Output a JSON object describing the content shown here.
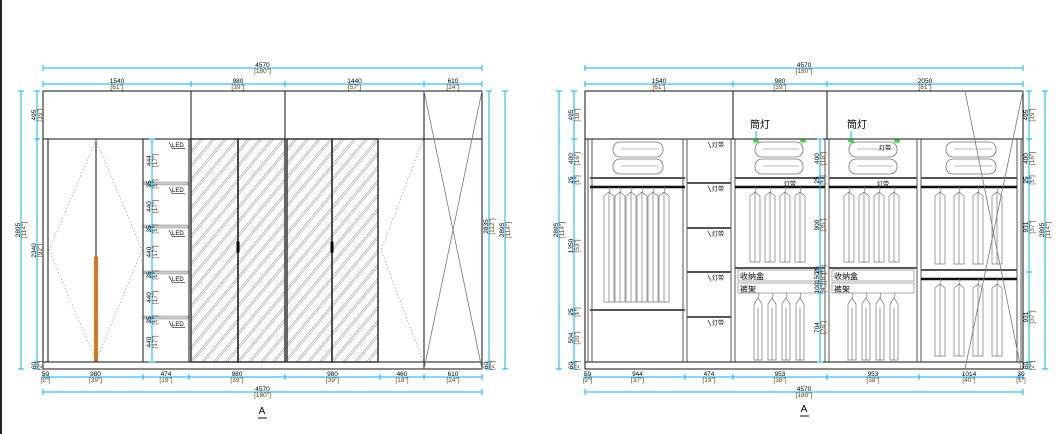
{
  "colors": {
    "dim": "#00b4ff",
    "inch": "#7a3a00",
    "line": "#111111",
    "handle": "#e07800",
    "lamp": "#2ee02e",
    "cloth": "#777777"
  },
  "left": {
    "view_label": "A",
    "top_total": {
      "mm": "4570",
      "in": "[180\"]"
    },
    "top_dims": [
      {
        "mm": "1540",
        "in": "[61\"]"
      },
      {
        "mm": "980",
        "in": "[39\"]"
      },
      {
        "mm": "1440",
        "in": "[57\"]"
      },
      {
        "mm": "610",
        "in": "[24\"]"
      }
    ],
    "bottom_dims": [
      {
        "mm": "50",
        "in": "[2\"]"
      },
      {
        "mm": "980",
        "in": "[39\"]"
      },
      {
        "mm": "474",
        "in": "[19\"]"
      },
      {
        "mm": "980",
        "in": "[39\"]"
      },
      {
        "mm": "980",
        "in": "[39\"]"
      },
      {
        "mm": "460",
        "in": "[18\"]"
      },
      {
        "mm": "610",
        "in": "[24\"]"
      }
    ],
    "bottom_total": {
      "mm": "4570",
      "in": "[180\"]"
    },
    "left_dims": [
      {
        "mm": "495",
        "in": "[19\"]"
      },
      {
        "mm": "2340",
        "in": "[92\"]"
      },
      {
        "mm": "60",
        "in": "[2\"]"
      }
    ],
    "left_total": {
      "mm": "2895",
      "in": "[114\"]"
    },
    "led_dims": [
      {
        "mm": "444",
        "in": "[17\"]"
      },
      {
        "mm": "35",
        "in": "[1\"]"
      },
      {
        "mm": "440",
        "in": "[17\"]"
      },
      {
        "mm": "35",
        "in": "[1\"]"
      },
      {
        "mm": "440",
        "in": "[17\"]"
      },
      {
        "mm": "35",
        "in": "[1\"]"
      },
      {
        "mm": "440",
        "in": "[17\"]"
      },
      {
        "mm": "35",
        "in": "[1\"]"
      },
      {
        "mm": "440",
        "in": "[17\"]"
      }
    ],
    "right_dims": [
      {
        "mm": "2835",
        "in": "[112\"]"
      },
      {
        "mm": "60",
        "in": "[2\"]"
      }
    ],
    "right_total": {
      "mm": "2895",
      "in": "[114\"]"
    },
    "led_labels": [
      "LED",
      "LED",
      "LED",
      "LED",
      "LED"
    ]
  },
  "right": {
    "view_label": "A",
    "top_total": {
      "mm": "4570",
      "in": "[180\"]"
    },
    "top_dims": [
      {
        "mm": "1540",
        "in": "[61\"]"
      },
      {
        "mm": "980",
        "in": "[39\"]"
      },
      {
        "mm": "2050",
        "in": "[81\"]"
      }
    ],
    "bottom_dims": [
      {
        "mm": "50",
        "in": "[2\"]"
      },
      {
        "mm": "944",
        "in": "[37\"]"
      },
      {
        "mm": "474",
        "in": "[19\"]"
      },
      {
        "mm": "953",
        "in": "[38\"]"
      },
      {
        "mm": "953",
        "in": "[38\"]"
      },
      {
        "mm": "1014",
        "in": "[40\"]"
      },
      {
        "mm": "30",
        "in": "[1\"]"
      }
    ],
    "bottom_total": {
      "mm": "4570",
      "in": "[180\"]"
    },
    "left_dims": [
      {
        "mm": "495",
        "in": "[19\"]"
      },
      {
        "mm": "400",
        "in": "[16\"]"
      },
      {
        "mm": "25",
        "in": "[1\"]"
      },
      {
        "mm": "1350",
        "in": "[53\"]"
      },
      {
        "mm": "25",
        "in": "[1\"]"
      },
      {
        "mm": "504",
        "in": "[20\"]"
      },
      {
        "mm": "60",
        "in": "[2\"]"
      }
    ],
    "left_total": {
      "mm": "2895",
      "in": "[114\"]"
    },
    "mid_dims": [
      {
        "mm": "400",
        "in": "[16\"]"
      },
      {
        "mm": "25",
        "in": "[1\"]"
      },
      {
        "mm": "900",
        "in": "[35\"]"
      },
      {
        "mm": "25",
        "in": "[1\"]"
      },
      {
        "mm": "150",
        "in": "[6\"]"
      },
      {
        "mm": "100",
        "in": "[4\"]"
      },
      {
        "mm": "704",
        "in": "[28\"]"
      }
    ],
    "right_dims": [
      {
        "mm": "495",
        "in": "[19\"]"
      },
      {
        "mm": "400",
        "in": "[16\"]"
      },
      {
        "mm": "25",
        "in": "[1\"]"
      },
      {
        "mm": "931",
        "in": "[37\"]"
      },
      {
        "mm": "931",
        "in": "[37\"]"
      },
      {
        "mm": "60",
        "in": "[2\"]"
      }
    ],
    "right_total": {
      "mm": "2895",
      "in": "[114\"]"
    },
    "lamp_labels": [
      "筒灯",
      "筒灯"
    ],
    "strip_labels": [
      "灯带",
      "灯带",
      "灯带",
      "灯带",
      "灯带",
      "灯带",
      "灯带"
    ],
    "box_labels": [
      "收纳盒",
      "收纳盒"
    ],
    "rack_labels": [
      "裤架",
      "裤架"
    ]
  }
}
